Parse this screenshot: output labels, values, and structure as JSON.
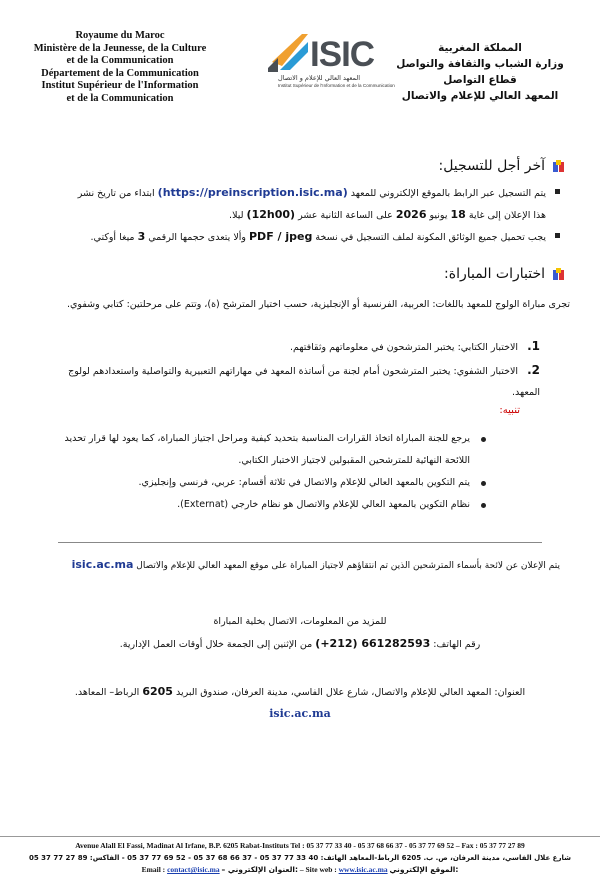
{
  "header": {
    "fr_lines": [
      "Royaume du Maroc",
      "Ministère de la Jeunesse, de la Culture",
      "et de la Communication",
      "Département de la Communication",
      "Institut Supérieur de l'Information",
      "et de la Communication"
    ],
    "ar_lines": [
      "المملكة المغربية",
      "وزارة الشباب والثقافة والتواصل",
      "قطاع التواصل",
      "المعهد العالي للإعلام والاتصال"
    ],
    "logo_text": "ISIC",
    "logo_ar": "المعهد العالي للإعلام و الاتصال",
    "logo_sub": "Institut Supérieur de l'Information et de la Communication"
  },
  "deadline": {
    "title": "آخر أجل للتسجيل:",
    "b1_text": "يتم التسجيل عبر الرابط بالموقع الإلكتروني للمعهد",
    "b1_url": "(https://preinscription.isic.ma)",
    "b1_text2": "ابتداء من تاريخ نشر",
    "b1_line2a": "هذا الإعلان إلى غاية",
    "b1_date": "18",
    "b1_month": "يونيو",
    "b1_year": "2026",
    "b1_line2b": "على الساعة الثانية عشر",
    "b1_time": "(12h00)",
    "b1_line2c": "ليلا.",
    "b2_a": "يجب تحميل جميع الوثائق المكونة لملف التسجيل في نسخة",
    "b2_fmt": "PDF / jpeg",
    "b2_b": "وألا يتعدى حجمها الرقمي",
    "b2_size": "3",
    "b2_c": "ميغا أوكتي."
  },
  "exams": {
    "title": "اختبارات المباراة:",
    "intro": "تجرى مباراة الولوج للمعهد باللغات: العربية، الفرنسية أو الإنجليزية، حسب اختيار المترشح (ة)، وتتم على مرحلتين: كتابي وشفوي.",
    "n1": "1.",
    "item1": "الاختبار الكتابي: يختبر المترشحون في معلوماتهم وثقافتهم.",
    "n2": "2.",
    "item2": "الاختبار الشفوي: يختبر المترشحون أمام لجنة من أساتذة المعهد في مهاراتهم التعبيرية والتواصلية واستعدادهم لولوج المعهد."
  },
  "notice": {
    "label": "تنبيه:",
    "items": [
      "يرجع للجنة المباراة اتخاذ القرارات المناسبة بتحديد كيفية ومراحل اجتياز المباراة، كما يعود لها قرار تحديد اللائحة النهائية للمترشحين المقبولين لاجتياز الاختبار الكتابي.",
      "يتم التكوين بالمعهد العالي للإعلام والاتصال في ثلاثة أقسام: عربي، فرنسي وإنجليزي.",
      "نظام التكوين بالمعهد العالي للإعلام والاتصال هو نظام خارجي (Externat)."
    ]
  },
  "announce": {
    "text": "يتم الإعلان عن لائحة بأسماء المترشحين الذين تم انتقاؤهم لاجتياز المباراة على موقع المعهد العالي للإعلام والاتصال",
    "site": "isic.ac.ma"
  },
  "contact": {
    "line1": "للمزيد من المعلومات، الاتصال بخلية المباراة",
    "phone_label": "رقم الهاتف:",
    "phone": "661282593 (212+)",
    "phone_tail": "من الإثنين إلى الجمعة خلال أوقات العمل الإدارية.",
    "address_label": "العنوان:",
    "address": "المعهد العالي للإعلام والاتصال، شارع علال الفاسي، مدينة العرفان، صندوق البريد",
    "po": "6205",
    "address_tail": "الرباط– المعاهد.",
    "site": "isic.ac.ma"
  },
  "footer": {
    "line1": "Avenue Alall El Fassi, Madinat Al Irfane, B.P. 6205 Rabat-Instituts  Tel : 05 37 77 33 40 - 05 37 68 66 37 - 05 37 77 69 52 – Fax : 05 37 77 27 89",
    "line2": "شارع علال الفاسي، مدينة العرفان، ص. ب. 6205 الرباط-المعاهد  الهاتف: 40 33 77 37 05 - 37 66 68 37 05 - 52 69 77 37 05 - الفاكس: 89 27 77 37 05",
    "email_label": "Email :",
    "email": "contact@isic.ma",
    "email_ar": "– العنوان الإلكتروني:",
    "web_label": "– Site web :",
    "web": "www.isic.ac.ma",
    "web_ar": "الموقع الإلكتروني:"
  },
  "colors": {
    "link": "#1f3a93",
    "warning": "#cc0000",
    "logo_orange": "#f0a030",
    "logo_blue": "#2a9bd6"
  }
}
